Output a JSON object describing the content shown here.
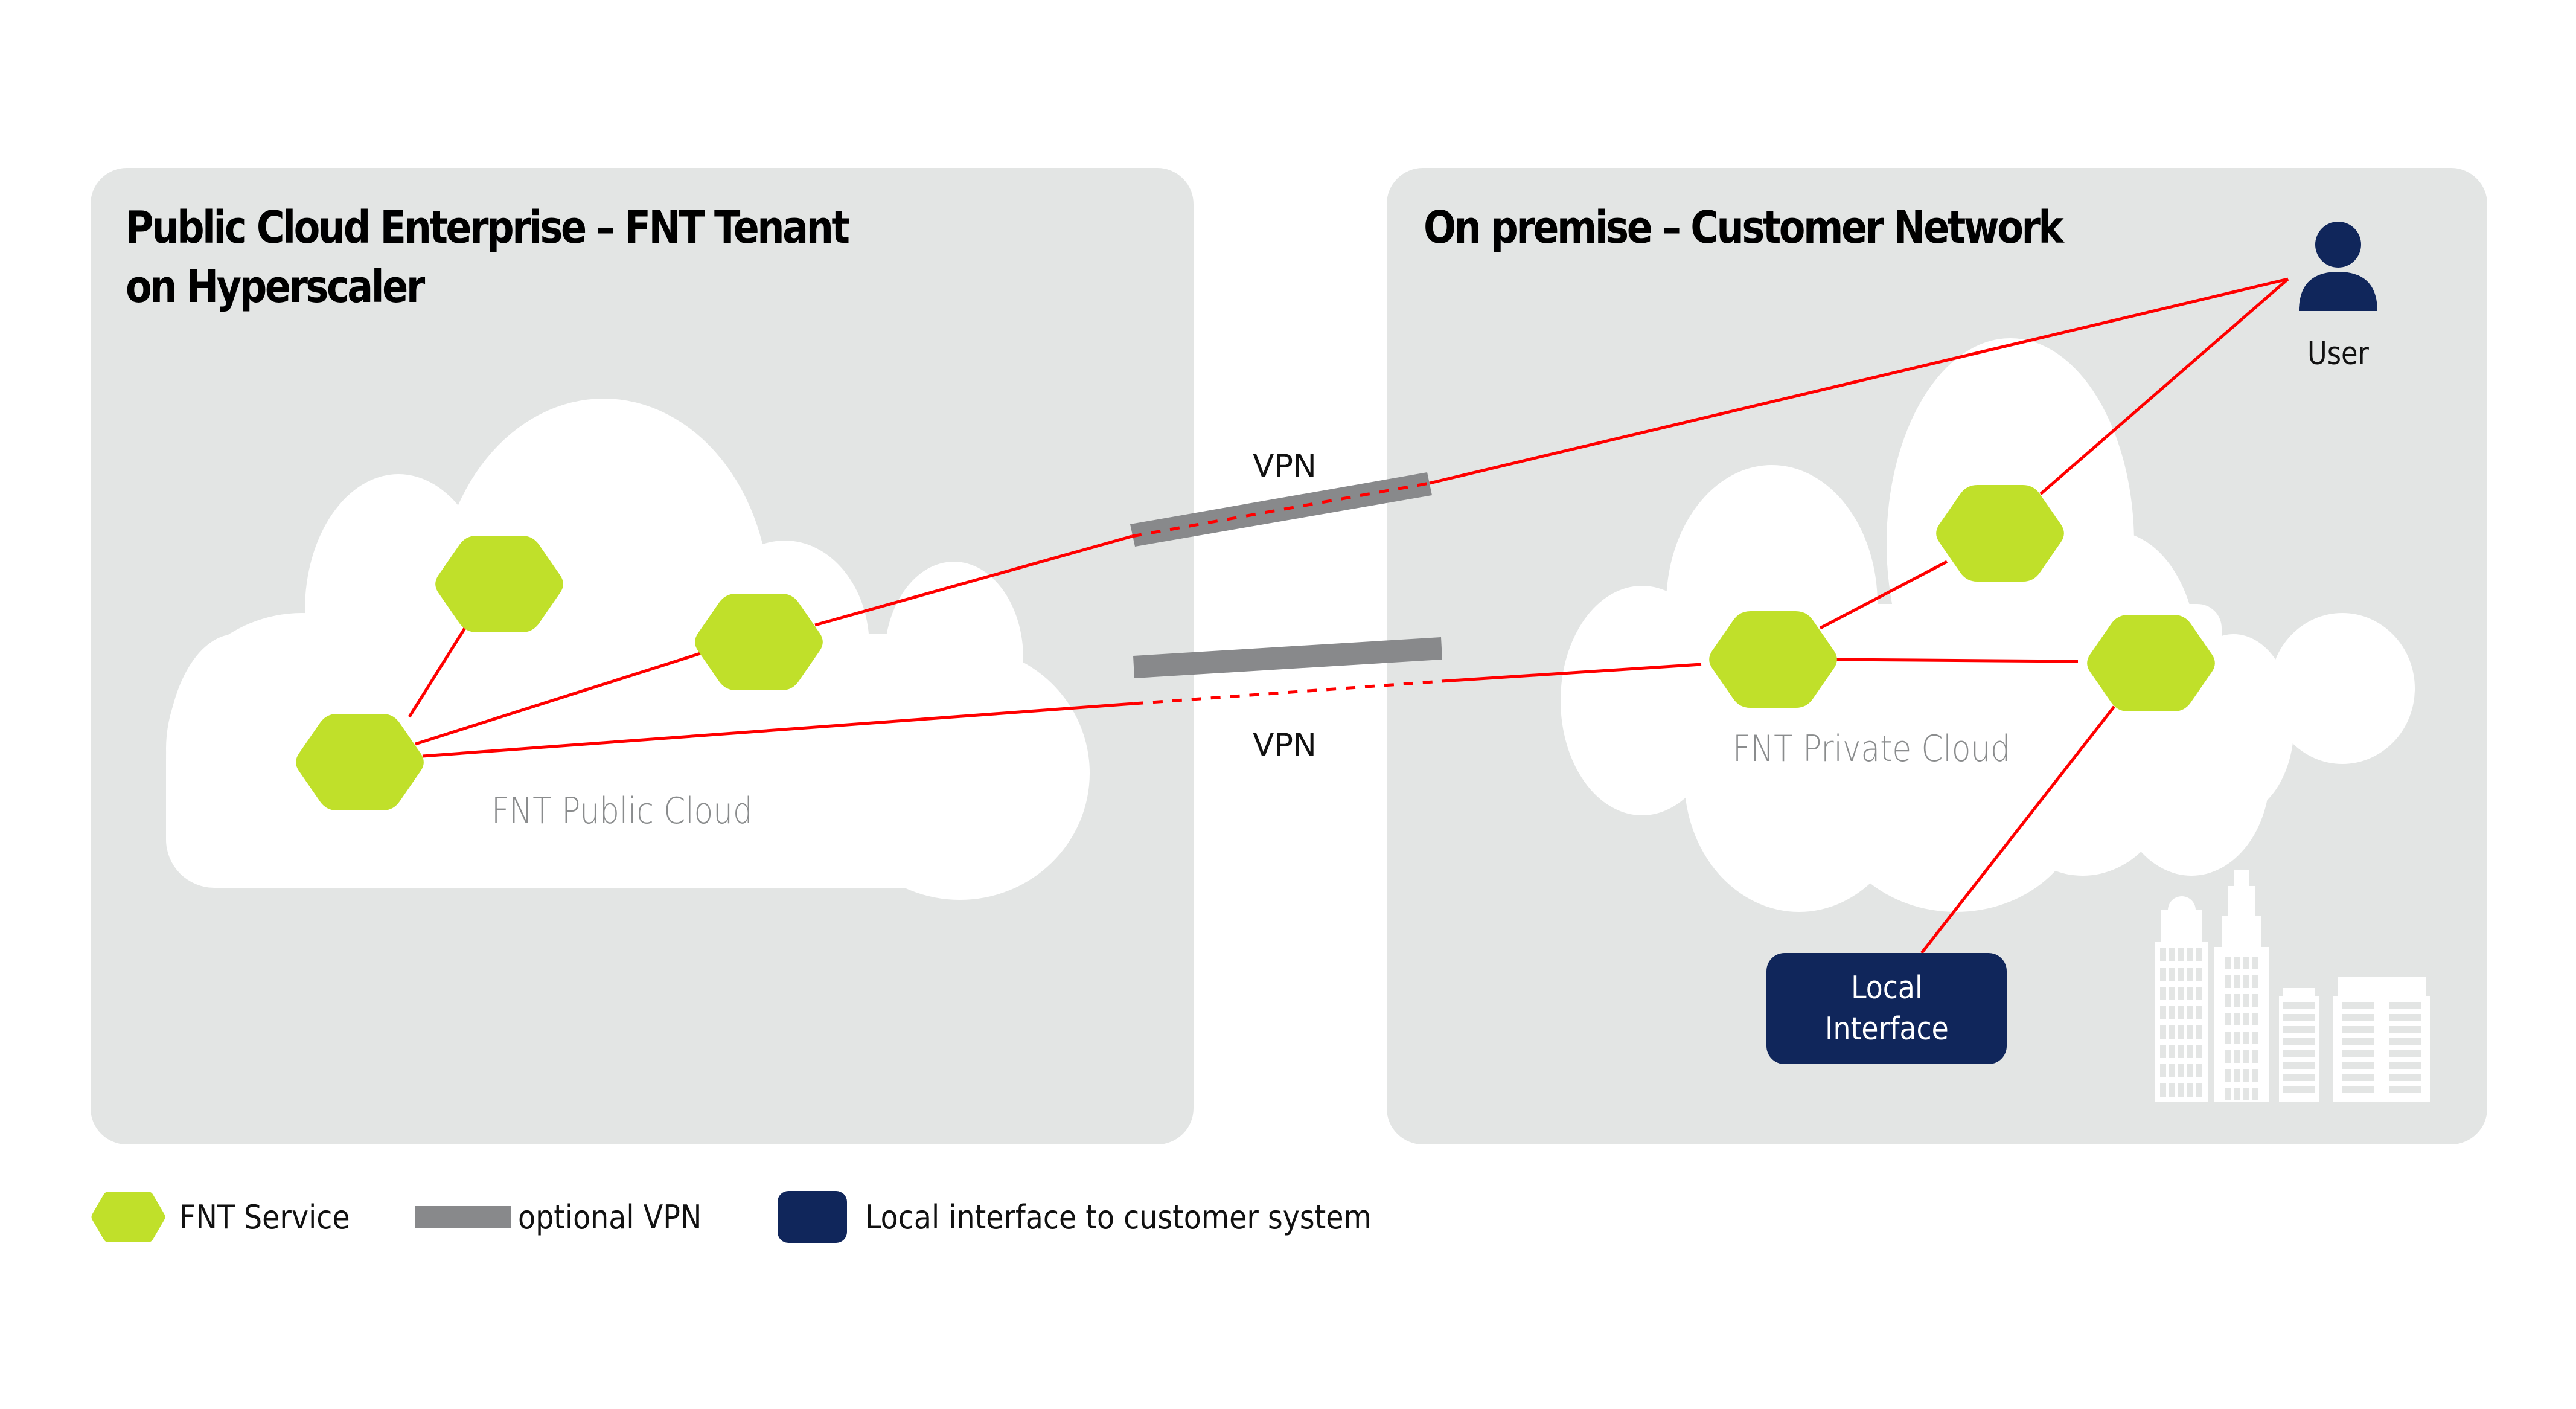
{
  "colors": {
    "panel_bg": "#e3e5e4",
    "service_green": "#c0e02a",
    "connection_red": "#ff0000",
    "vpn_gray": "#88898b",
    "navy": "#10265b",
    "cloud_white": "#ffffff",
    "cloud_label_gray": "#8a8c8d"
  },
  "panels": {
    "left": {
      "title_line1": "Public Cloud Enterprise – FNT Tenant",
      "title_line2": "on Hyperscaler",
      "cloud_label": "FNT Public Cloud"
    },
    "right": {
      "title": "On premise – Customer Network",
      "cloud_label": "FNT Private Cloud",
      "user_label": "User",
      "local_interface_line1": "Local",
      "local_interface_line2": "Interface"
    }
  },
  "vpn": {
    "top_label": "VPN",
    "bottom_label": "VPN"
  },
  "nodes": [
    {
      "id": "pub-top",
      "type": "FNT Service",
      "cloud": "public"
    },
    {
      "id": "pub-mid",
      "type": "FNT Service",
      "cloud": "public"
    },
    {
      "id": "pub-hub",
      "type": "FNT Service",
      "cloud": "public"
    },
    {
      "id": "priv-top",
      "type": "FNT Service",
      "cloud": "private"
    },
    {
      "id": "priv-hub",
      "type": "FNT Service",
      "cloud": "private"
    },
    {
      "id": "priv-right",
      "type": "FNT Service",
      "cloud": "private"
    },
    {
      "id": "user",
      "type": "User"
    },
    {
      "id": "local-interface",
      "type": "Local Interface"
    }
  ],
  "connections": [
    {
      "from": "pub-hub",
      "to": "pub-top",
      "vpn": false
    },
    {
      "from": "pub-hub",
      "to": "pub-mid",
      "vpn": false
    },
    {
      "from": "pub-mid",
      "to": "user",
      "vpn": true
    },
    {
      "from": "pub-hub",
      "to": "priv-hub",
      "vpn": true
    },
    {
      "from": "priv-hub",
      "to": "priv-top",
      "vpn": false
    },
    {
      "from": "priv-hub",
      "to": "priv-right",
      "vpn": false
    },
    {
      "from": "priv-top",
      "to": "user",
      "vpn": false
    },
    {
      "from": "priv-right",
      "to": "local-interface",
      "vpn": false
    }
  ],
  "legend": [
    {
      "icon": "hexagon-icon",
      "label": "FNT Service"
    },
    {
      "icon": "gray-bar-icon",
      "label": "optional VPN"
    },
    {
      "icon": "navy-rounded-rect-icon",
      "label": "Local interface to customer system"
    }
  ]
}
